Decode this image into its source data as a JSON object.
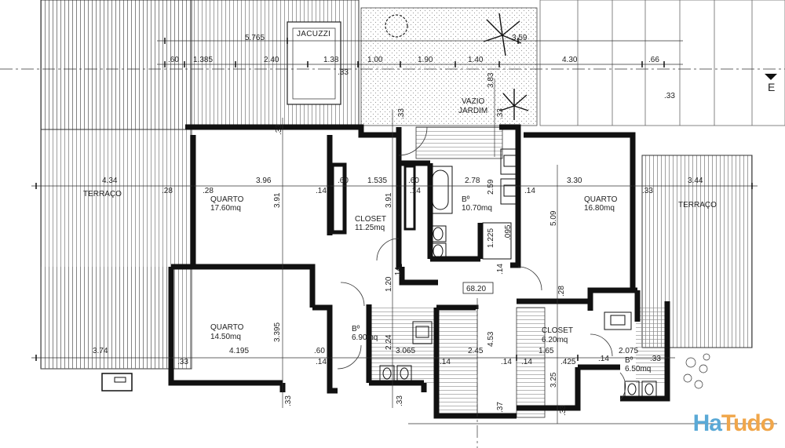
{
  "dimensions": {
    "top_total": "5.765",
    "top_right": "3.59",
    "top_row": [
      ".60",
      "1.385",
      "2.40",
      "1.38",
      "1.00",
      "1.90",
      "1.40",
      "4.30",
      ".66"
    ],
    "extras": [
      ".33",
      ".33",
      "3.83",
      ".33",
      ".33",
      ".33"
    ],
    "mid_row": [
      "4.34",
      ".28",
      ".28",
      "3.96",
      ".14",
      ".60",
      "1.535",
      ".60",
      ".14",
      "2.78",
      ".14",
      "3.30",
      ".33",
      "3.44"
    ],
    "vertical": [
      "3.91",
      "3.91",
      "2.59",
      "5.09",
      "1.225",
      ".095",
      ".14",
      "1.20",
      ".14",
      "3.395",
      "2.24",
      "4.53",
      ".28",
      "3.25",
      ".33",
      ".33",
      ".33",
      ".37"
    ],
    "lower_row": [
      "3.74",
      ".33",
      "4.195",
      ".60",
      ".14",
      "3.065",
      ".14",
      "2.45",
      ".14",
      ".14",
      "1.65",
      ".425",
      ".14",
      "2.075",
      ".33"
    ],
    "level": "68.20",
    "section_marker": "E"
  },
  "rooms": [
    {
      "name": "JACUZZI"
    },
    {
      "name": "VAZIO",
      "sub": "JARDIM"
    },
    {
      "name": "TERRAÇO"
    },
    {
      "name": "QUARTO",
      "area": "17.60mq"
    },
    {
      "name": "CLOSET",
      "area": "11.25mq"
    },
    {
      "name": "Bº",
      "area": "10.70mq"
    },
    {
      "name": "QUARTO",
      "area": "16.80mq"
    },
    {
      "name": "TERRAÇO"
    },
    {
      "name": "QUARTO",
      "area": "14.50mq"
    },
    {
      "name": "Bº",
      "area": "6.90mq"
    },
    {
      "name": "CLOSET",
      "area": "6.20mq"
    },
    {
      "name": "Bº",
      "area": "6.50mq"
    }
  ],
  "logo": {
    "part1": "Ha",
    "part2": "Tudo"
  }
}
